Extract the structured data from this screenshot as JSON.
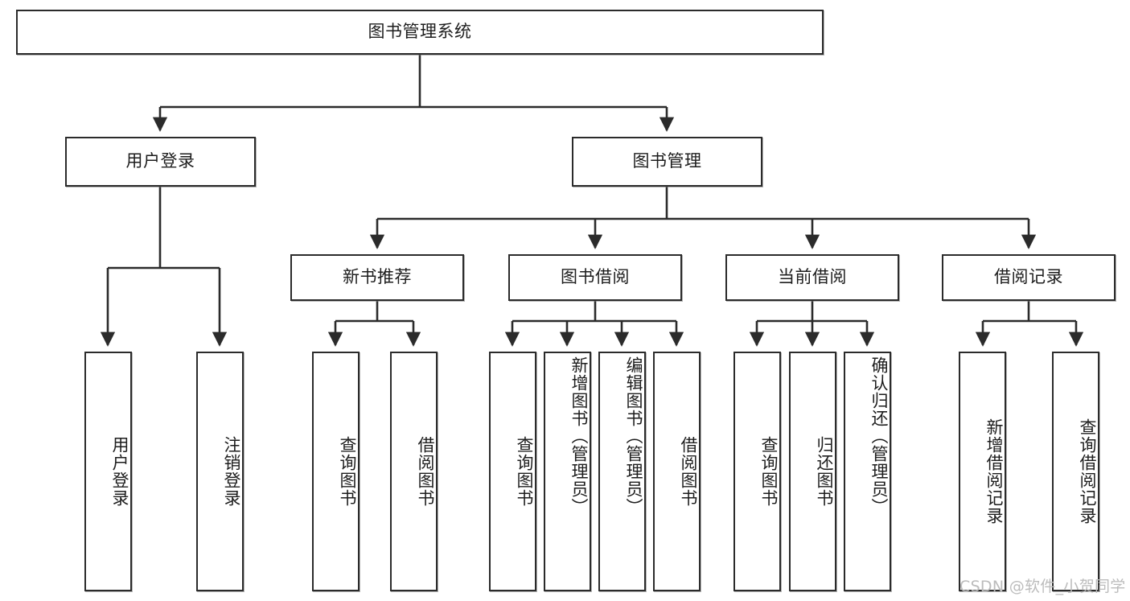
{
  "diagram": {
    "title": "图书管理系统",
    "type": "tree",
    "watermark": "CSDN @软件_小贺同学",
    "line_color": "#2b2b2b",
    "box_fill": "#ffffff",
    "text_color": "#1d1d1d",
    "levels": [
      {
        "level": 0,
        "nodes": [
          {
            "id": "root",
            "label": "图书管理系统"
          }
        ]
      },
      {
        "level": 1,
        "nodes": [
          {
            "id": "login",
            "label": "用户登录",
            "parent": "root"
          },
          {
            "id": "bookmgmt",
            "label": "图书管理",
            "parent": "root"
          }
        ]
      },
      {
        "level": 2,
        "nodes": [
          {
            "id": "newbook",
            "label": "新书推荐",
            "parent": "bookmgmt"
          },
          {
            "id": "borrow",
            "label": "图书借阅",
            "parent": "bookmgmt"
          },
          {
            "id": "current",
            "label": "当前借阅",
            "parent": "bookmgmt"
          },
          {
            "id": "record",
            "label": "借阅记录",
            "parent": "bookmgmt"
          }
        ]
      },
      {
        "level": 3,
        "nodes": [
          {
            "id": "leaf1",
            "label": "用户登录",
            "parent": "login"
          },
          {
            "id": "leaf2",
            "label": "注销登录",
            "parent": "login"
          },
          {
            "id": "leaf3",
            "label": "查询图书",
            "parent": "newbook"
          },
          {
            "id": "leaf4",
            "label": "借阅图书",
            "parent": "newbook"
          },
          {
            "id": "leaf5",
            "label": "查询图书",
            "parent": "borrow"
          },
          {
            "id": "leaf6",
            "label": "新增图书（管理员）",
            "parent": "borrow"
          },
          {
            "id": "leaf7",
            "label": "编辑图书（管理员）",
            "parent": "borrow"
          },
          {
            "id": "leaf8",
            "label": "借阅图书",
            "parent": "borrow"
          },
          {
            "id": "leaf9",
            "label": "查询图书",
            "parent": "current"
          },
          {
            "id": "leaf10",
            "label": "归还图书",
            "parent": "current"
          },
          {
            "id": "leaf11",
            "label": "确认归还（管理员）",
            "parent": "current"
          },
          {
            "id": "leaf12",
            "label": "新增借阅记录",
            "parent": "record"
          },
          {
            "id": "leaf13",
            "label": "查询借阅记录",
            "parent": "record"
          }
        ]
      }
    ]
  }
}
